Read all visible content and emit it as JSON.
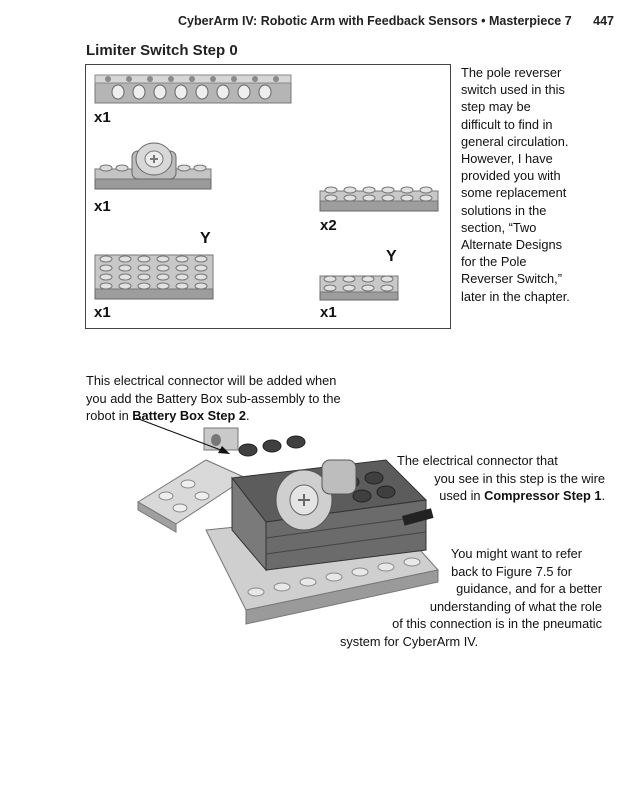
{
  "header": {
    "title": "CyberArm IV: Robotic Arm with Feedback Sensors •  Masterpiece 7",
    "page_number": "447"
  },
  "section_title": "Limiter Switch Step 0",
  "parts": {
    "beam_qty": "x1",
    "switch_qty": "x1",
    "plate_small_qty": "x2",
    "plate_big_qty": "x1",
    "plate_tiny_qty": "x1",
    "y_mark_left": "Y",
    "y_mark_right": "Y"
  },
  "side_note": {
    "line1": "The pole reverser",
    "line2": "switch used in this",
    "line3": "step may be",
    "line4": "difficult to find in",
    "line5": "general circulation.",
    "line6": "However, I have",
    "line7": "provided you with",
    "line8": "some replacement",
    "line9": "solutions in the",
    "line10": "section, “Two",
    "line11": "Alternate Designs",
    "line12": "for the Pole",
    "line13": "Reverser Switch,”",
    "line14": "later in the chapter."
  },
  "callout_connector": {
    "line1": "This electrical connector will be added when",
    "line2": "you add the Battery Box sub-assembly to the",
    "line3_pre": "robot in ",
    "line3_bold": "Battery Box Step 2",
    "line3_post": "."
  },
  "callout_wire": {
    "line1": "The electrical connector that",
    "line2": "you see in this step is the wire",
    "line3_pre": "used in ",
    "line3_bold": "Compressor Step 1",
    "line3_post": "."
  },
  "callout_figure": {
    "line1": "You might want to refer",
    "line2": "back to Figure 7.5 for",
    "line3": "guidance, and for a better",
    "line4": "understanding of what the role",
    "line5": "of this connection is in the pneumatic",
    "line6": "system for CyberArm IV."
  }
}
